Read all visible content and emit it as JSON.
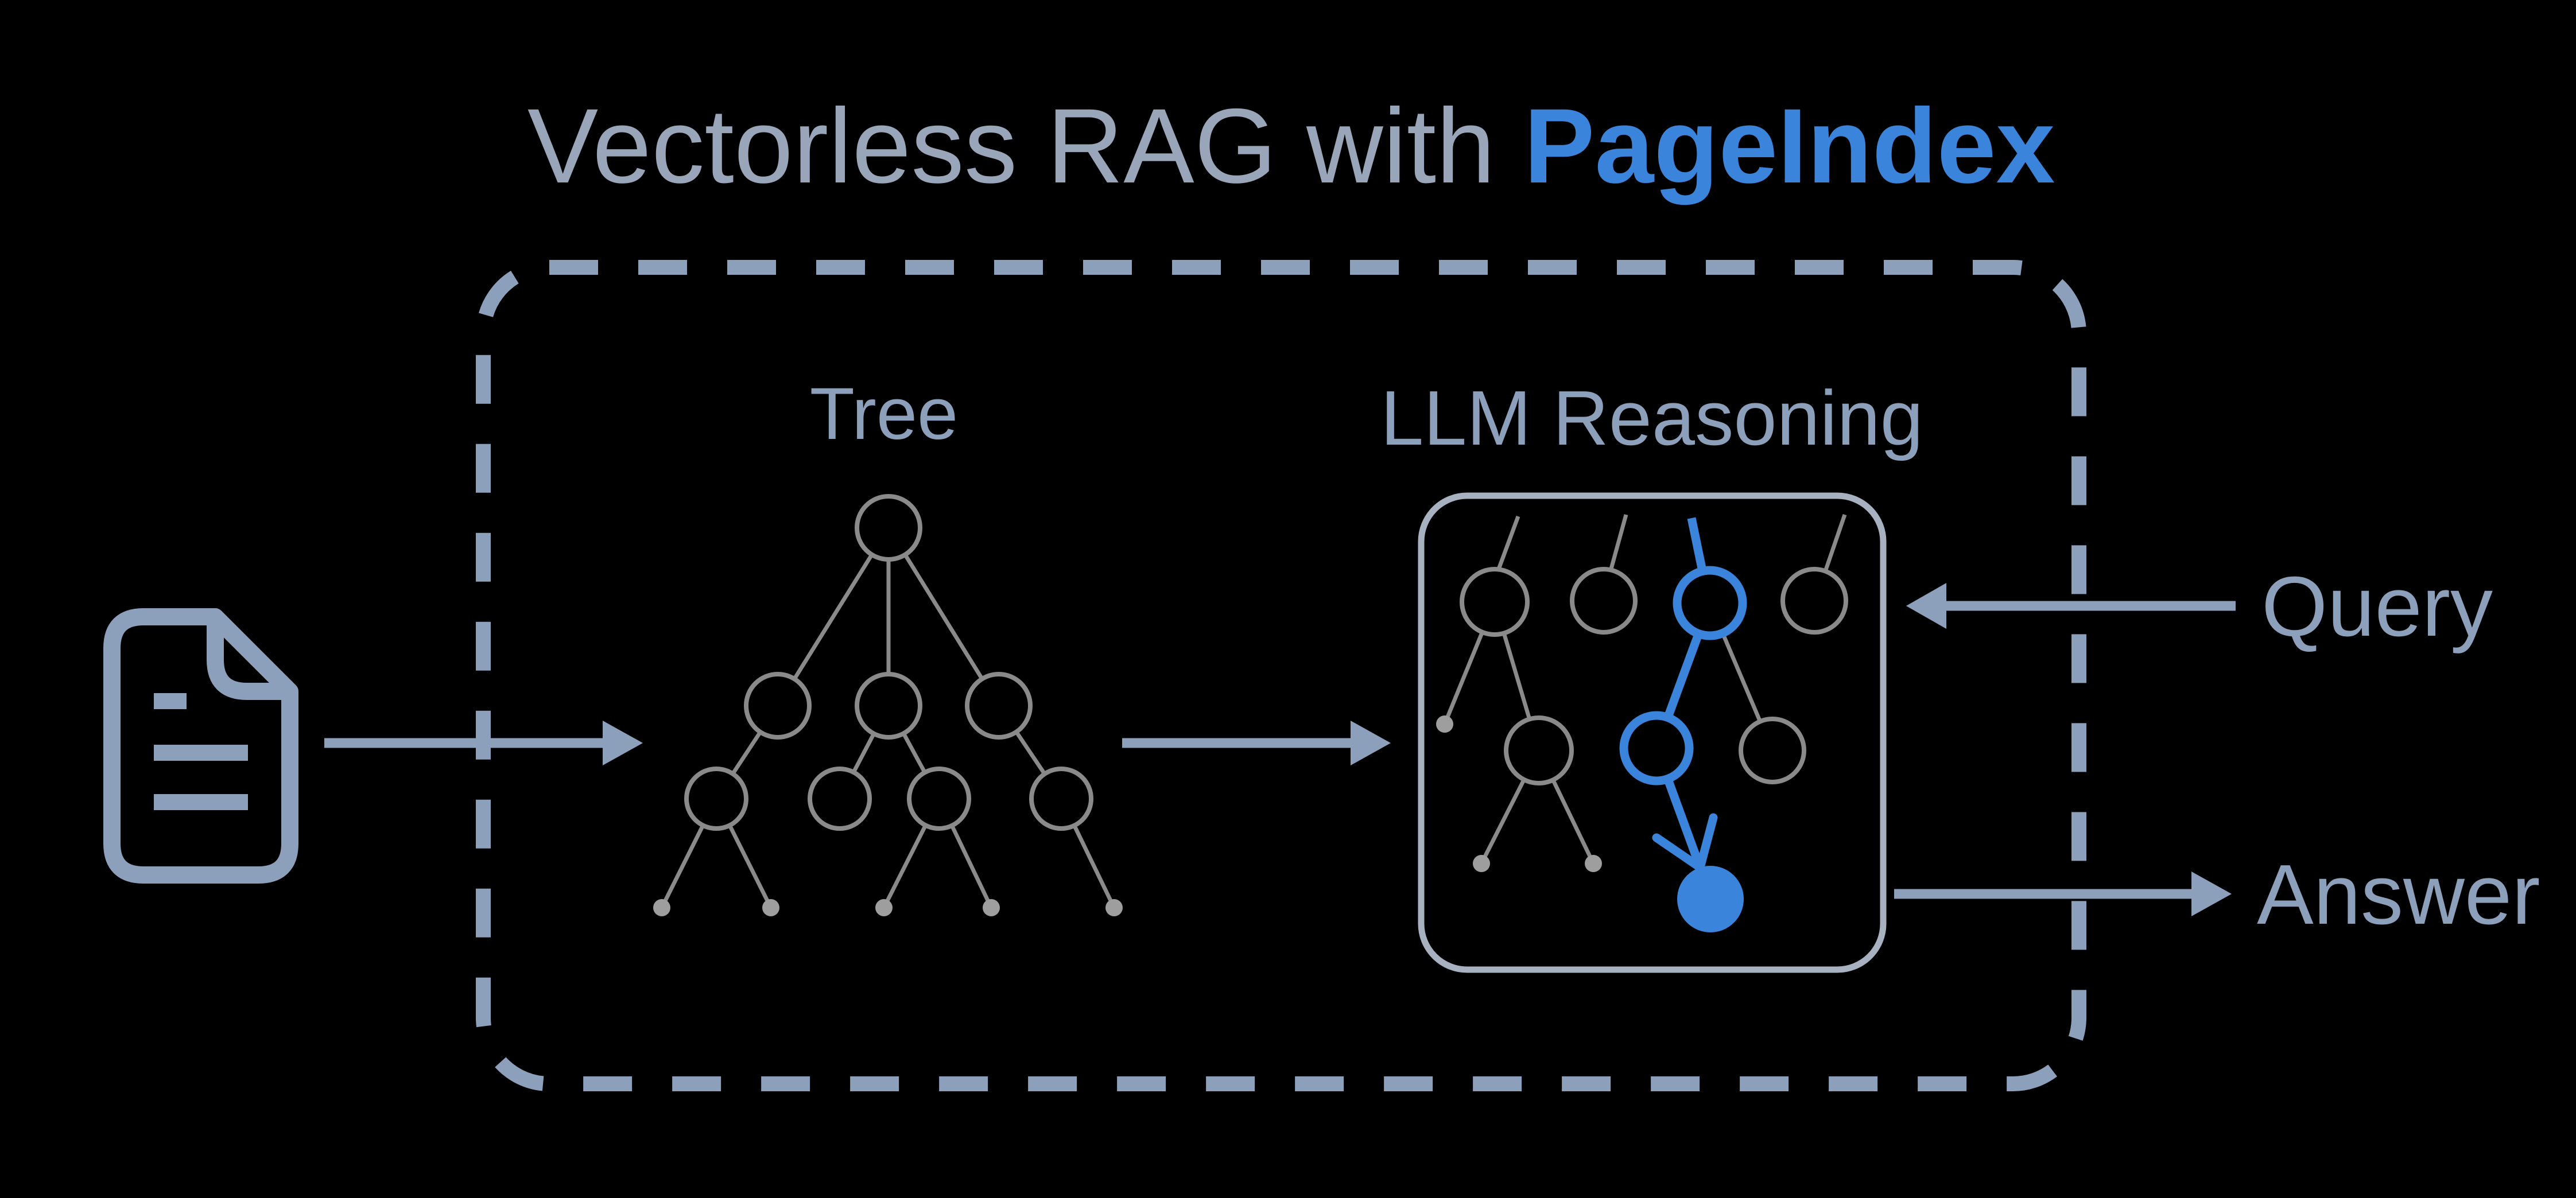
{
  "title": {
    "prefix": "Vectorless RAG with",
    "brand": "PageIndex"
  },
  "labels": {
    "tree": "Tree",
    "llm": "LLM Reasoning",
    "query": "Query",
    "answer": "Answer"
  },
  "diagram": {
    "flow": [
      "document",
      "Tree",
      "LLM Reasoning"
    ],
    "input_arrow": "Query",
    "output_arrow": "Answer",
    "highlight": "reasoning path and selected node shown in blue"
  },
  "icons": {
    "document": "document-icon",
    "doc_to_tree": "arrow-right-icon",
    "tree_to_llm": "arrow-right-icon",
    "query": "arrow-left-icon",
    "answer": "arrow-right-icon",
    "reasoning_path": "arrow-down-right-icon"
  },
  "colors": {
    "background": "#000000",
    "steel": "#8da0bb",
    "title_gray": "#99a5b8",
    "accent_blue": "#3b84db",
    "tree_edge_gray": "#8a8a8a",
    "tree_dot_gray": "#9e9e9e",
    "llm_box_border": "#a8b1c0"
  }
}
